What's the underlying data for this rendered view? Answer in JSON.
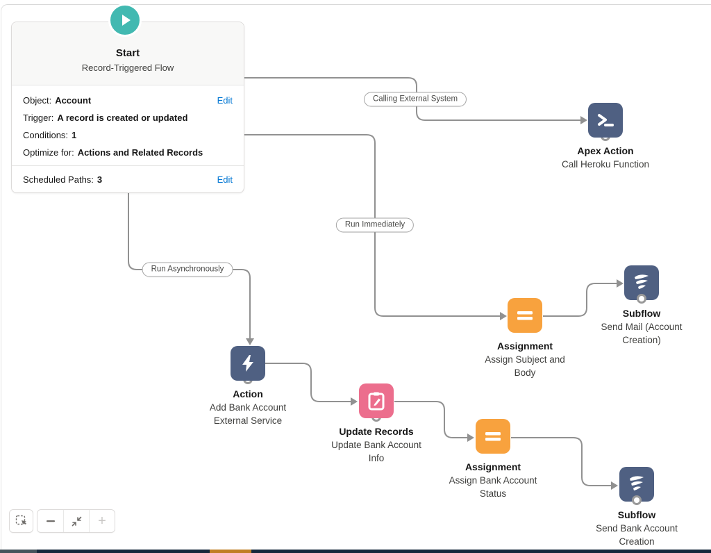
{
  "flow": {
    "start": {
      "title": "Start",
      "subtitle": "Record-Triggered Flow",
      "rows": [
        {
          "label": "Object:",
          "value": "Account"
        },
        {
          "label": "Trigger:",
          "value": "A record is created or updated"
        },
        {
          "label": "Conditions:",
          "value": "1"
        },
        {
          "label": "Optimize for:",
          "value": "Actions and Related Records"
        }
      ],
      "edit_label": "Edit",
      "footer": {
        "label": "Scheduled Paths:",
        "value": "3",
        "edit_label": "Edit"
      }
    },
    "path_labels": {
      "calling_external_system": "Calling External System",
      "run_immediately": "Run Immediately",
      "run_asynchronously": "Run Asynchronously"
    },
    "nodes": {
      "apex": {
        "title": "Apex Action",
        "desc": "Call Heroku Function",
        "icon": "terminal-icon"
      },
      "assignment1": {
        "title": "Assignment",
        "desc": "Assign Subject and Body",
        "icon": "equals-icon"
      },
      "subflow1": {
        "title": "Subflow",
        "desc": "Send Mail (Account Creation)",
        "icon": "subflow-waves-icon"
      },
      "action": {
        "title": "Action",
        "desc": "Add Bank Account External Service",
        "icon": "lightning-icon"
      },
      "update": {
        "title": "Update Records",
        "desc": "Update Bank Account Info",
        "icon": "record-update-icon"
      },
      "assignment2": {
        "title": "Assignment",
        "desc": "Assign Bank Account Status",
        "icon": "equals-icon"
      },
      "subflow2": {
        "title": "Subflow",
        "desc": "Send Bank Account Creation",
        "icon": "subflow-waves-icon"
      }
    }
  },
  "toolbar": {
    "icons": [
      "select-elements-icon",
      "zoom-out-icon",
      "fit-view-icon",
      "zoom-in-icon"
    ],
    "zoom_in_disabled": true
  },
  "colors": {
    "start_teal": "#42b9b1",
    "node_slate": "#4f6082",
    "node_orange": "#f8a23e",
    "node_pink": "#ec6e8d",
    "connector_gray": "#919191",
    "edit_link_blue": "#0176d3",
    "bottom_bar_navy": "#16283c",
    "bottom_bar_orange": "#c07e24"
  }
}
